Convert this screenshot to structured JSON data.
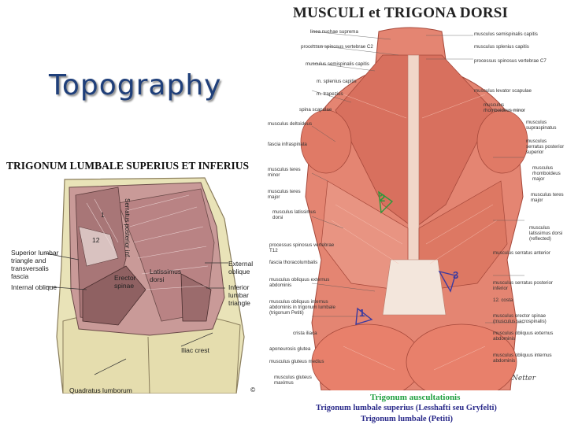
{
  "slide": {
    "title": "Topography"
  },
  "left_figure": {
    "heading": "TRIGONUM LUMBALE SUPERIUS ET INFERIUS",
    "labels": {
      "serratus": "Serratus posterior inf",
      "superior_triangle": "Superior lumbar triangle and transversalis fascia",
      "internal_oblique": "Internal oblique",
      "erector": "Erector spinae",
      "latissimus": "Latissimus dorsi",
      "external_oblique": "External oblique",
      "inferior_triangle": "Inferior lumbar triangle",
      "iliac_crest": "Iliac crest",
      "quadratus": "Quadratus lumborum",
      "num1": "1",
      "num12": "12",
      "copyright": "©"
    }
  },
  "right_figure": {
    "heading": "MUSCULI et TRIGONA DORSI",
    "labels_left": [
      "linea nuchae suprema",
      "processus spinosus vertebrae C2",
      "musculus semispinalis capitis",
      "m. splenius capitis",
      "m. trapezius",
      "spina scapulae",
      "musculus deltoideus",
      "fascia infraspinata",
      "musculus teres minor",
      "musculus teres major",
      "musculus latissimus dorsi",
      "processus spinosus vertebrae T12",
      "fascia thoracolumbalis",
      "musculus obliquus externus abdominis",
      "musculus obliquus internus abdominis in trigonum lumbale (trigonum Petiti)",
      "crista iliaca",
      "aponeurosis glutea",
      "musculus gluteus medius",
      "musculus gluteus maximus"
    ],
    "labels_right": [
      "musculus semispinalis capitis",
      "musculus splenius capitis",
      "processus spinosus vertebrae C7",
      "musculus levator scapulae",
      "musculus rhomboideus minor",
      "musculus supraspinatus",
      "musculus serratus posterior superior",
      "musculus rhomboideus major",
      "musculus teres major",
      "musculus latissimus dorsi (reflected)",
      "musculus serratus anterior",
      "musculus serratus posterior inferior",
      "12. costa",
      "musculus erector spinae (musculus sacrospinalis)",
      "musculus obliquus externus abdominis",
      "musculus obliquus internus abdominis"
    ],
    "markers": {
      "m1": "1",
      "m2": "2",
      "m3": "3"
    },
    "legend": {
      "line1": "Trigonum auscultationis",
      "line2": "Trigonum lumbale superius (Lesshafti seu Gryfelti)",
      "line3": "Trigonum lumbale (Petiti)"
    },
    "signature": "Netter"
  }
}
